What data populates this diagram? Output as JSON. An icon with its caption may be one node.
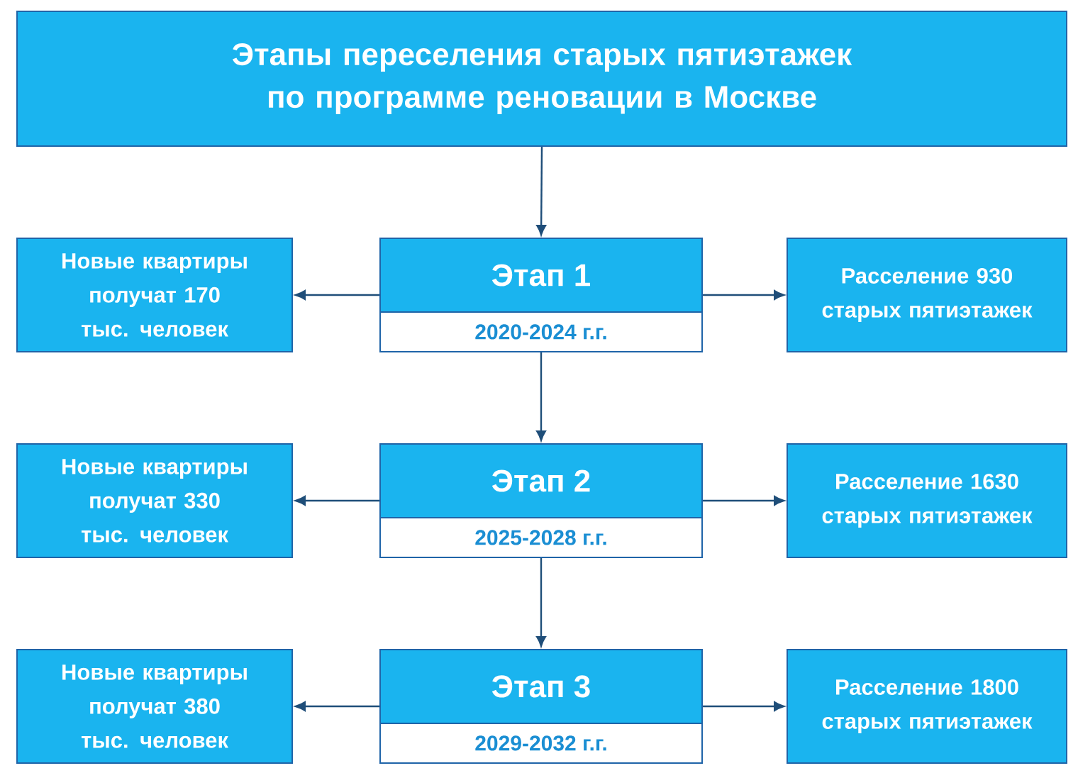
{
  "diagram": {
    "nodes": [
      {
        "text": [
          "Этапы переселения старых пятиэтажек по программе реновации в Москве"
        ]
      },
      {
        "text": [
          "Новые квартиры получат 170 тыс. человек"
        ]
      },
      {
        "text": [
          "Этап 1",
          "2020-2024 г.г."
        ]
      },
      {
        "text": [
          "Расселение 930 старых пятиэтажек"
        ]
      },
      {
        "text": [
          "Новые квартиры получат 330 тыс. человек"
        ]
      },
      {
        "text": [
          "Этап 2",
          "2025-2028 г.г."
        ]
      },
      {
        "text": [
          "Расселение 1630 старых пятиэтажек"
        ]
      },
      {
        "text": [
          "Новые квартиры получат 380 тыс. человек"
        ]
      },
      {
        "text": [
          "Этап 3",
          "2029-2032 г.г."
        ]
      },
      {
        "text": [
          "Расселение 1800 старых пятиэтажек"
        ]
      }
    ],
    "edges": [
      {
        "from": 0,
        "to": 2,
        "arrow": "to"
      },
      {
        "from": 2,
        "to": 1,
        "arrow": "to"
      },
      {
        "from": 2,
        "to": 3,
        "arrow": "to"
      },
      {
        "from": 2,
        "to": 5,
        "arrow": "to"
      },
      {
        "from": 5,
        "to": 4,
        "arrow": "to"
      },
      {
        "from": 5,
        "to": 6,
        "arrow": "to"
      },
      {
        "from": 5,
        "to": 8,
        "arrow": "to"
      },
      {
        "from": 8,
        "to": 7,
        "arrow": "to"
      },
      {
        "from": 8,
        "to": 9,
        "arrow": "to"
      }
    ]
  }
}
